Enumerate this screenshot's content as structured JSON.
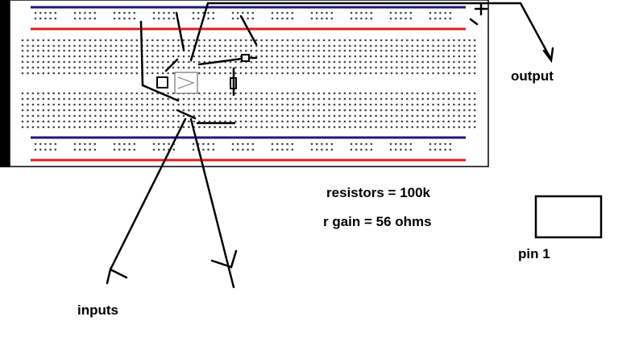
{
  "labels": {
    "plus_sign": "+",
    "output": "output",
    "inputs": "inputs",
    "resistors": "resistors = 100k",
    "gain": "r gain = 56 ohms",
    "pin1": "pin 1"
  },
  "colors": {
    "rail_blue": "#1a1a7a",
    "rail_red": "#e02020",
    "hole": "#444444",
    "wire": "#000000",
    "board_border": "#000000",
    "board_edge": "#000000"
  },
  "icons": {
    "ic_chip": "op-amp-ic",
    "resistor": "resistor",
    "pin1_marker": "square"
  }
}
